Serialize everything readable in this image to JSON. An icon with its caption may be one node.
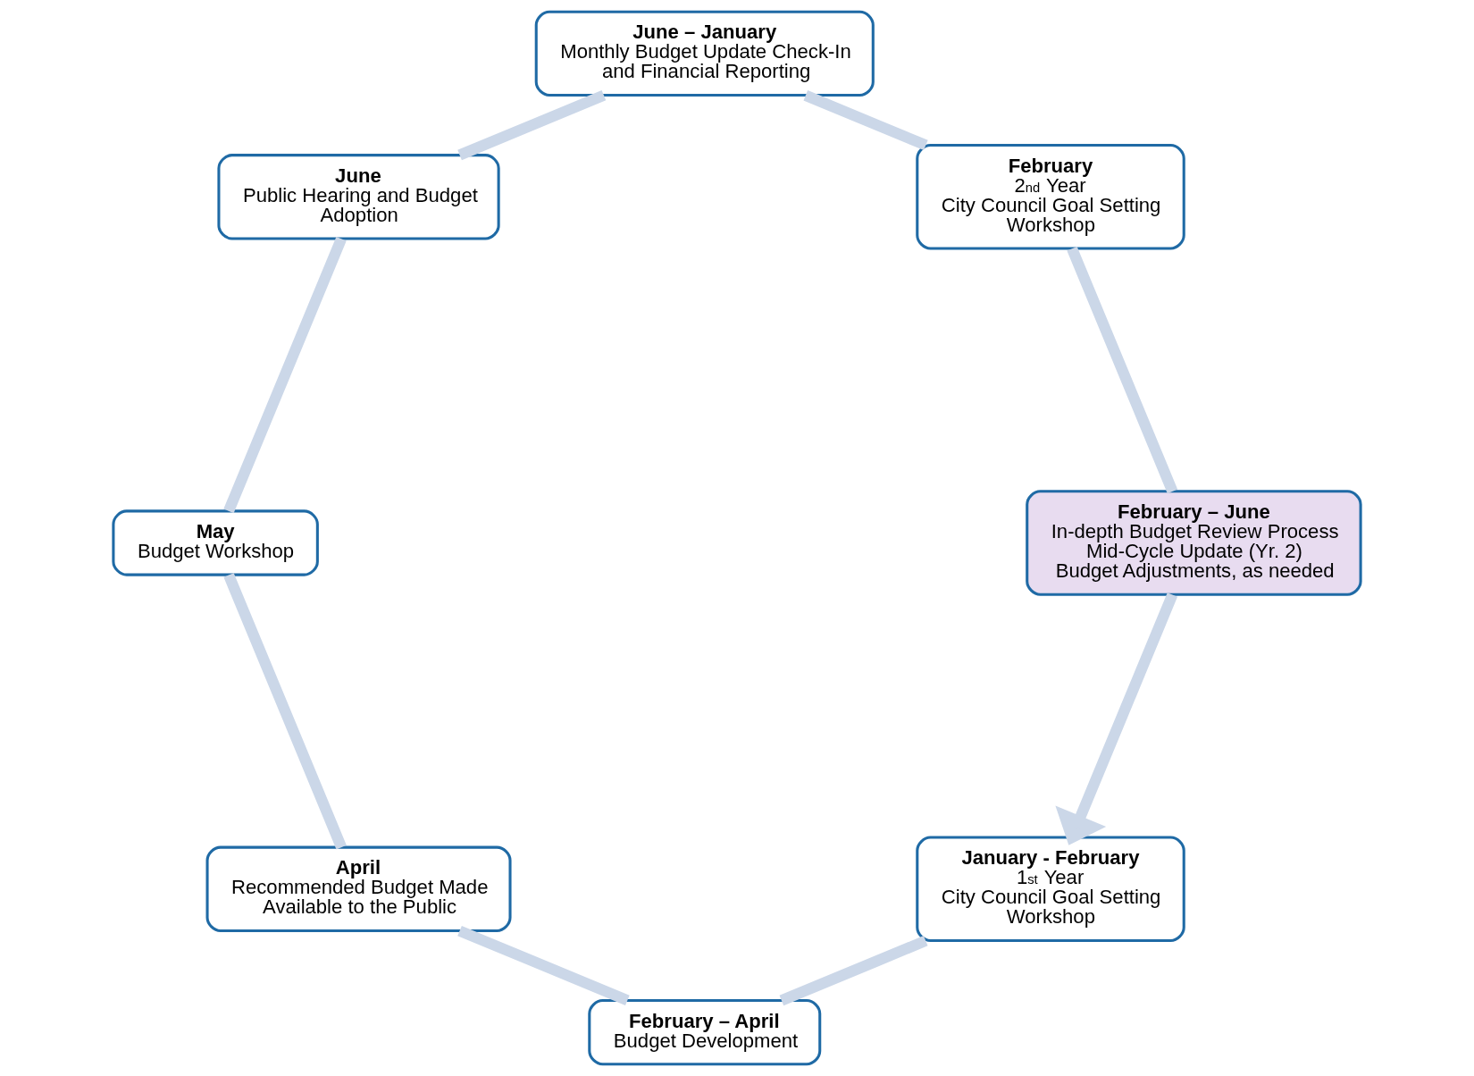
{
  "diagram": {
    "nodes": [
      {
        "text": [
          "January - February",
          "1$^{st}$ Year",
          "City Council Goal Setting Workshop"
        ]
      },
      {
        "text": [
          "February – April",
          "Budget Development"
        ]
      },
      {
        "text": [
          "April",
          "Recommended Budget Made Available to the Public"
        ]
      },
      {
        "text": [
          "May",
          "Budget Workshop"
        ]
      },
      {
        "text": [
          "June",
          "Public Hearing and Budget Adoption"
        ]
      },
      {
        "text": [
          "June – January",
          "Monthly Budget Update Check-In and Financial Reporting"
        ]
      },
      {
        "text": [
          "February",
          "2$^{nd}$ Year",
          "City Council Goal Setting Workshop"
        ]
      },
      {
        "text": [
          "February – June",
          "In-depth Budget Review Process",
          "Mid-Cycle Update (Yr. 2)",
          "Budget Adjustments, as needed"
        ]
      }
    ],
    "edges": [
      {
        "from": 0,
        "to": 1,
        "arrow": "none"
      },
      {
        "from": 1,
        "to": 2,
        "arrow": "none"
      },
      {
        "from": 2,
        "to": 3,
        "arrow": "none"
      },
      {
        "from": 3,
        "to": 4,
        "arrow": "none"
      },
      {
        "from": 4,
        "to": 5,
        "arrow": "none"
      },
      {
        "from": 5,
        "to": 6,
        "arrow": "none"
      },
      {
        "from": 6,
        "to": 7,
        "arrow": "none"
      },
      {
        "from": 7,
        "to": 0,
        "arrow": "to"
      }
    ]
  }
}
